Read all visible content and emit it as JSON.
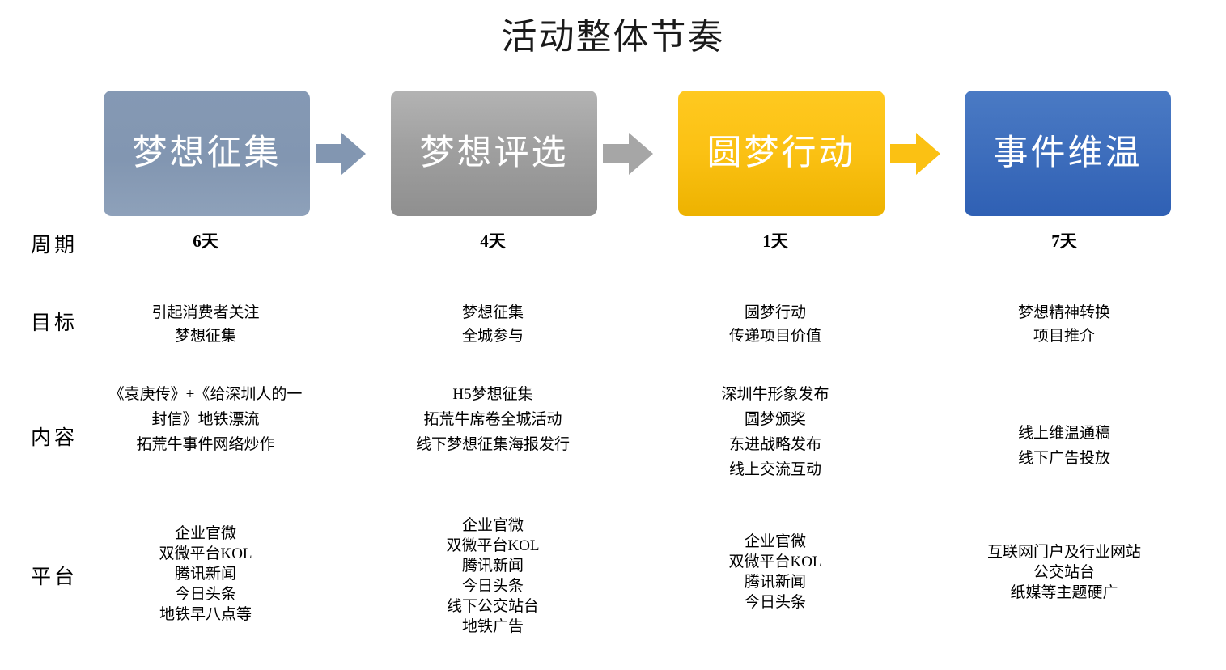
{
  "title": "活动整体节奏",
  "stages": [
    {
      "label": "梦想征集",
      "color": "#8296b1",
      "arrow_color": "#8296b1"
    },
    {
      "label": "梦想评选",
      "color": "#a0a0a0",
      "arrow_color": "#a6a6a6"
    },
    {
      "label": "圆梦行动",
      "color": "#fbc113",
      "arrow_color": "#fbc113"
    },
    {
      "label": "事件维温",
      "color": "#3f6fbd",
      "arrow_color": ""
    }
  ],
  "rows": [
    {
      "label": "周期",
      "cells": [
        {
          "lines": [
            "6天"
          ]
        },
        {
          "lines": [
            "4天"
          ]
        },
        {
          "lines": [
            "1天"
          ]
        },
        {
          "lines": [
            "7天"
          ]
        }
      ]
    },
    {
      "label": "目标",
      "cells": [
        {
          "lines": [
            "引起消费者关注",
            "梦想征集"
          ]
        },
        {
          "lines": [
            "梦想征集",
            "全城参与"
          ]
        },
        {
          "lines": [
            "圆梦行动",
            "传递项目价值"
          ]
        },
        {
          "lines": [
            "梦想精神转换",
            "项目推介"
          ]
        }
      ]
    },
    {
      "label": "内容",
      "cells": [
        {
          "lines": [
            "《袁庚传》+《给深圳人的一",
            "封信》地铁漂流",
            "拓荒牛事件网络炒作"
          ]
        },
        {
          "lines": [
            "H5梦想征集",
            "拓荒牛席卷全城活动",
            "线下梦想征集海报发行"
          ]
        },
        {
          "lines": [
            "深圳牛形象发布",
            "圆梦颁奖",
            "东进战略发布",
            "线上交流互动"
          ]
        },
        {
          "lines": [
            "线上维温通稿",
            "线下广告投放"
          ]
        }
      ]
    },
    {
      "label": "平台",
      "cells": [
        {
          "lines": [
            "企业官微",
            "双微平台KOL",
            "腾讯新闻",
            "今日头条",
            "地铁早八点等"
          ]
        },
        {
          "lines": [
            "企业官微",
            "双微平台KOL",
            "腾讯新闻",
            "今日头条",
            "线下公交站台",
            "地铁广告"
          ]
        },
        {
          "lines": [
            "企业官微",
            "双微平台KOL",
            "腾讯新闻",
            "今日头条"
          ]
        },
        {
          "lines": [
            "互联网门户及行业网站",
            "公交站台",
            "纸媒等主题硬广"
          ]
        }
      ]
    }
  ],
  "icons": {
    "arrow": "right-arrow-icon"
  }
}
